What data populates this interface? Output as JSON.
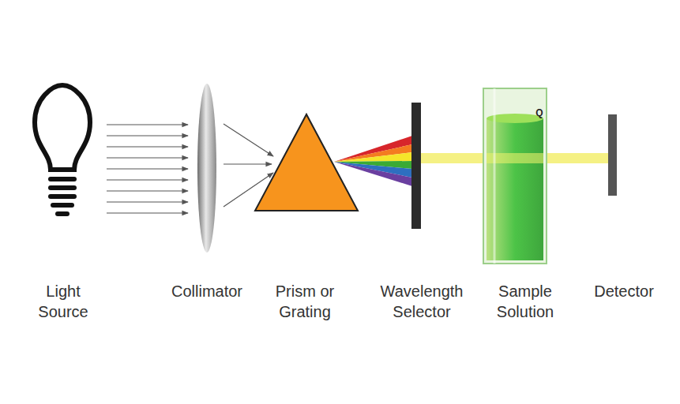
{
  "diagram": {
    "labels": [
      "Light Source",
      "Collimator",
      "Prism or Grating",
      "Wavelength Selector",
      "Sample Solution",
      "Detector",
      "Q"
    ]
  }
}
